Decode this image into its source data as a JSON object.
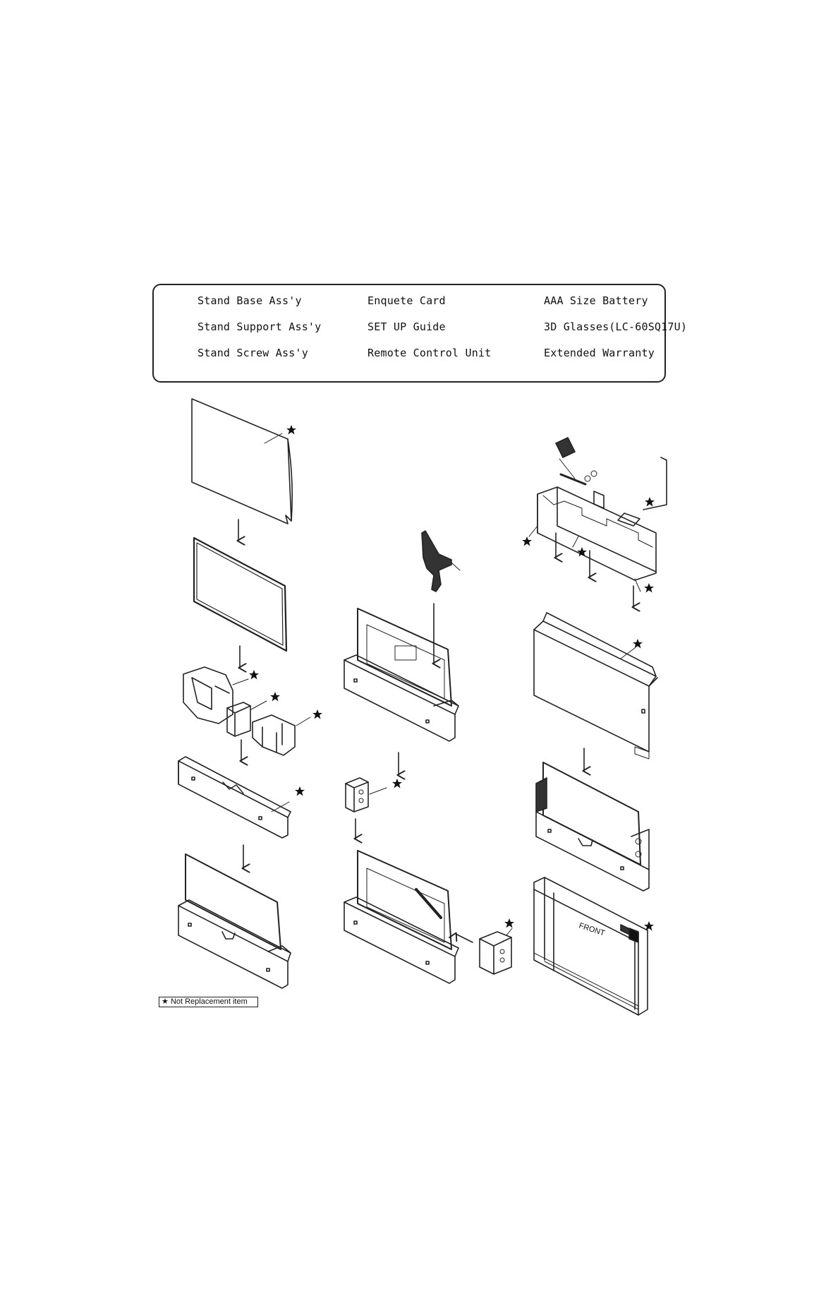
{
  "legend": {
    "items": [
      [
        "Stand Base Ass'y",
        "Enquete Card",
        "AAA Size Battery"
      ],
      [
        "Stand Support Ass'y",
        "SET UP Guide",
        "3D Glasses(LC-60SQ17U)"
      ],
      [
        "Stand Screw Ass'y",
        "Remote Control Unit",
        "Extended Warranty"
      ]
    ]
  },
  "note": {
    "star": "★",
    "text": "Not Replacement item"
  },
  "box_label": "FRONT",
  "colors": {
    "line": "#222222",
    "dark_fill": "#333333",
    "background": "#ffffff"
  },
  "symbols": {
    "not_replacement_mark": "star-icon"
  }
}
